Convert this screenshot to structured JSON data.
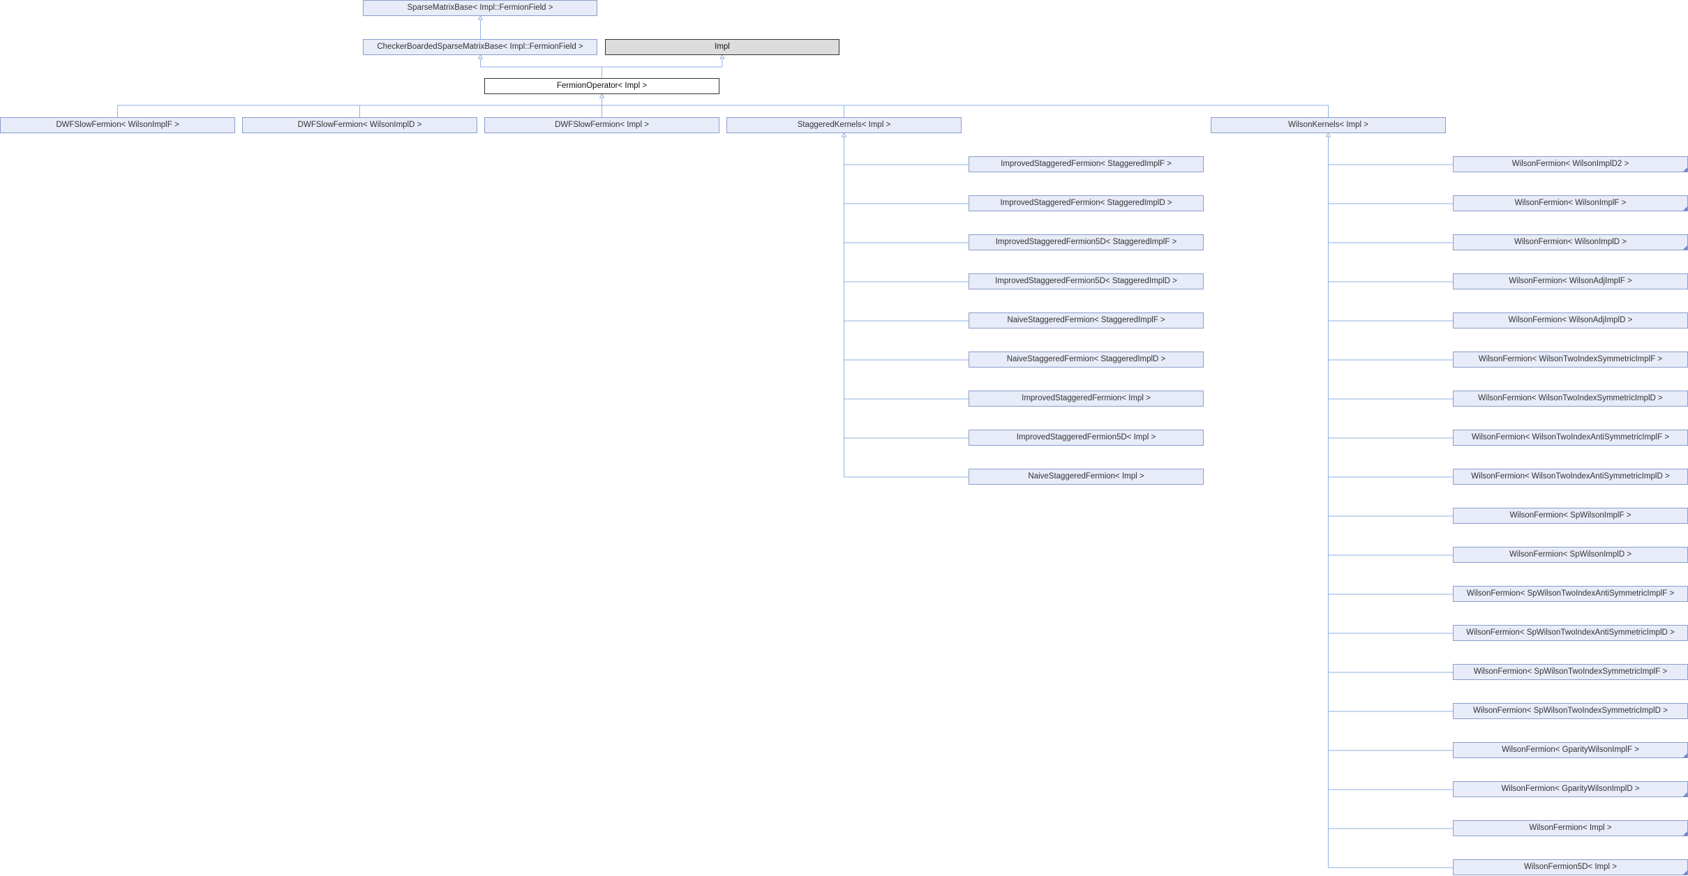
{
  "colors": {
    "edge": "#8db2e0",
    "node_fill": "#e8ecf8",
    "node_border": "#8a9ccf"
  },
  "nodes": {
    "sparse_base": "SparseMatrixBase< Impl::FermionField >",
    "checkerboarded": "CheckerBoardedSparseMatrixBase< Impl::FermionField >",
    "impl": "Impl",
    "fermion_operator": "FermionOperator< Impl >",
    "dwf_wilsonimplf": "DWFSlowFermion< WilsonImplF >",
    "dwf_wilsonimpld": "DWFSlowFermion< WilsonImplD >",
    "dwf_impl": "DWFSlowFermion< Impl >",
    "staggered_kernels": "StaggeredKernels< Impl >",
    "wilson_kernels": "WilsonKernels< Impl >",
    "staggered_children": [
      "ImprovedStaggeredFermion< StaggeredImplF >",
      "ImprovedStaggeredFermion< StaggeredImplD >",
      "ImprovedStaggeredFermion5D< StaggeredImplF >",
      "ImprovedStaggeredFermion5D< StaggeredImplD >",
      "NaiveStaggeredFermion< StaggeredImplF >",
      "NaiveStaggeredFermion< StaggeredImplD >",
      "ImprovedStaggeredFermion< Impl >",
      "ImprovedStaggeredFermion5D< Impl >",
      "NaiveStaggeredFermion< Impl >"
    ],
    "wilson_children": [
      "WilsonFermion< WilsonImplD2 >",
      "WilsonFermion< WilsonImplF >",
      "WilsonFermion< WilsonImplD >",
      "WilsonFermion< WilsonAdjImplF >",
      "WilsonFermion< WilsonAdjImplD >",
      "WilsonFermion< WilsonTwoIndexSymmetricImplF >",
      "WilsonFermion< WilsonTwoIndexSymmetricImplD >",
      "WilsonFermion< WilsonTwoIndexAntiSymmetricImplF >",
      "WilsonFermion< WilsonTwoIndexAntiSymmetricImplD >",
      "WilsonFermion< SpWilsonImplF >",
      "WilsonFermion< SpWilsonImplD >",
      "WilsonFermion< SpWilsonTwoIndexAntiSymmetricImplF >",
      "WilsonFermion< SpWilsonTwoIndexAntiSymmetricImplD >",
      "WilsonFermion< SpWilsonTwoIndexSymmetricImplF >",
      "WilsonFermion< SpWilsonTwoIndexSymmetricImplD >",
      "WilsonFermion< GparityWilsonImplF >",
      "WilsonFermion< GparityWilsonImplD >",
      "WilsonFermion< Impl >",
      "WilsonFermion5D< Impl >"
    ]
  }
}
